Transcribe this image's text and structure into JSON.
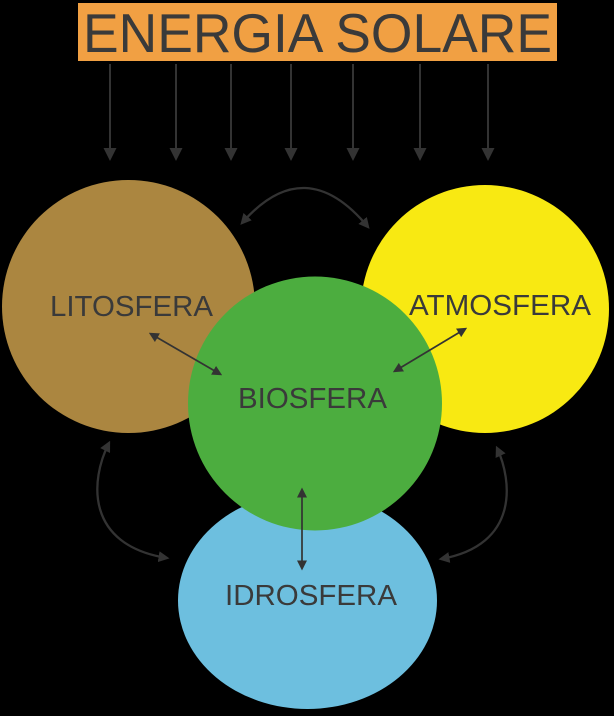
{
  "background_color": "#000000",
  "banner": {
    "label": "ENERGIA SOLARE",
    "bg_color": "#F1A043",
    "text_color": "#3A3A3A"
  },
  "spheres": {
    "litosfera": {
      "label": "LITOSFERA",
      "color": "#AB8640"
    },
    "atmosfera": {
      "label": "ATMOSFERA",
      "color": "#F8E912"
    },
    "biosfera": {
      "label": "BIOSFERA",
      "color": "#4CAD3F"
    },
    "idrosfera": {
      "label": "IDROSFERA",
      "color": "#6DBFDF"
    }
  },
  "labels_text_color": "#3A3A3A",
  "arrows": {
    "color": "#333333",
    "solar_ray_count": 7,
    "exchanges": [
      {
        "from": "litosfera",
        "to": "atmosfera",
        "style": "curved",
        "bidirectional": true
      },
      {
        "from": "litosfera",
        "to": "biosfera",
        "style": "straight",
        "bidirectional": true
      },
      {
        "from": "biosfera",
        "to": "atmosfera",
        "style": "straight",
        "bidirectional": true
      },
      {
        "from": "biosfera",
        "to": "idrosfera",
        "style": "straight",
        "bidirectional": true
      },
      {
        "from": "litosfera",
        "to": "idrosfera",
        "style": "curved",
        "bidirectional": true
      },
      {
        "from": "atmosfera",
        "to": "idrosfera",
        "style": "curved",
        "bidirectional": true
      }
    ]
  }
}
